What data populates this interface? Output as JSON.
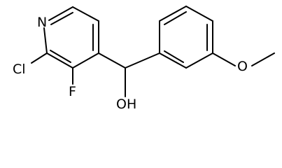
{
  "molecule": {
    "atoms": {
      "n": "N",
      "cl": "Cl",
      "f": "F",
      "oh": "OH"
    },
    "colors": {
      "bond": "#000000",
      "label": "#000000",
      "background": "#ffffff"
    }
  }
}
